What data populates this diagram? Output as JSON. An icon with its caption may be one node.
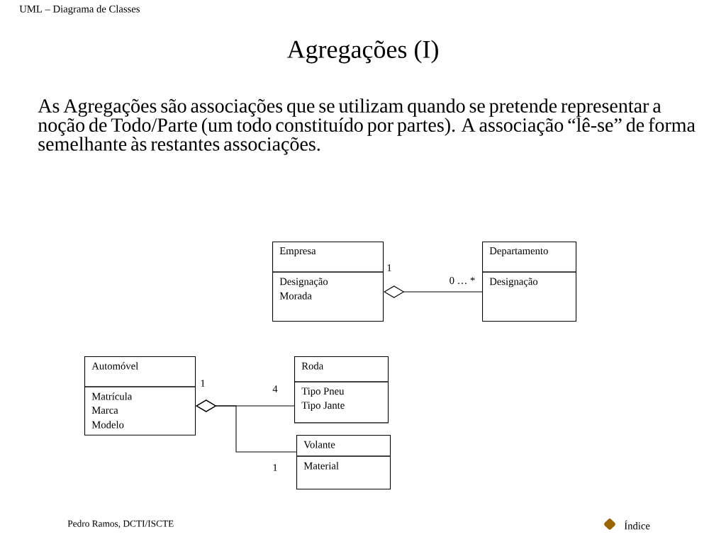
{
  "diagram": {
    "title": "Agregações (I)",
    "nodes": [
      {
        "text": [
          "Empresa",
          "Designação",
          "Morada"
        ]
      },
      {
        "text": [
          "Departamento",
          "Designação"
        ]
      },
      {
        "text": [
          "Automóvel",
          "Matrícula",
          "Marca",
          "Modelo"
        ]
      },
      {
        "text": [
          "Roda",
          "Tipo Pneu",
          "Tipo Jante"
        ]
      },
      {
        "text": [
          "Volante",
          "Material"
        ]
      }
    ],
    "edges": [
      {
        "from": 0,
        "to": 1,
        "arrow": "other"
      },
      {
        "from": 2,
        "to": 3,
        "arrow": "other"
      },
      {
        "from": 2,
        "to": 4,
        "arrow": "other"
      }
    ],
    "labels": [
      "UML – Diagrama de Classes",
      "As Agregações são associações que se utilizam quando se pretende representar a noção de Todo/Parte (um todo constituído por partes). A associação “lê-se” de forma semelhante às restantes associações.",
      "1",
      "0 … *",
      "1",
      "4",
      "1",
      "Pedro Ramos, DCTI/ISCTE",
      "Índice"
    ]
  }
}
